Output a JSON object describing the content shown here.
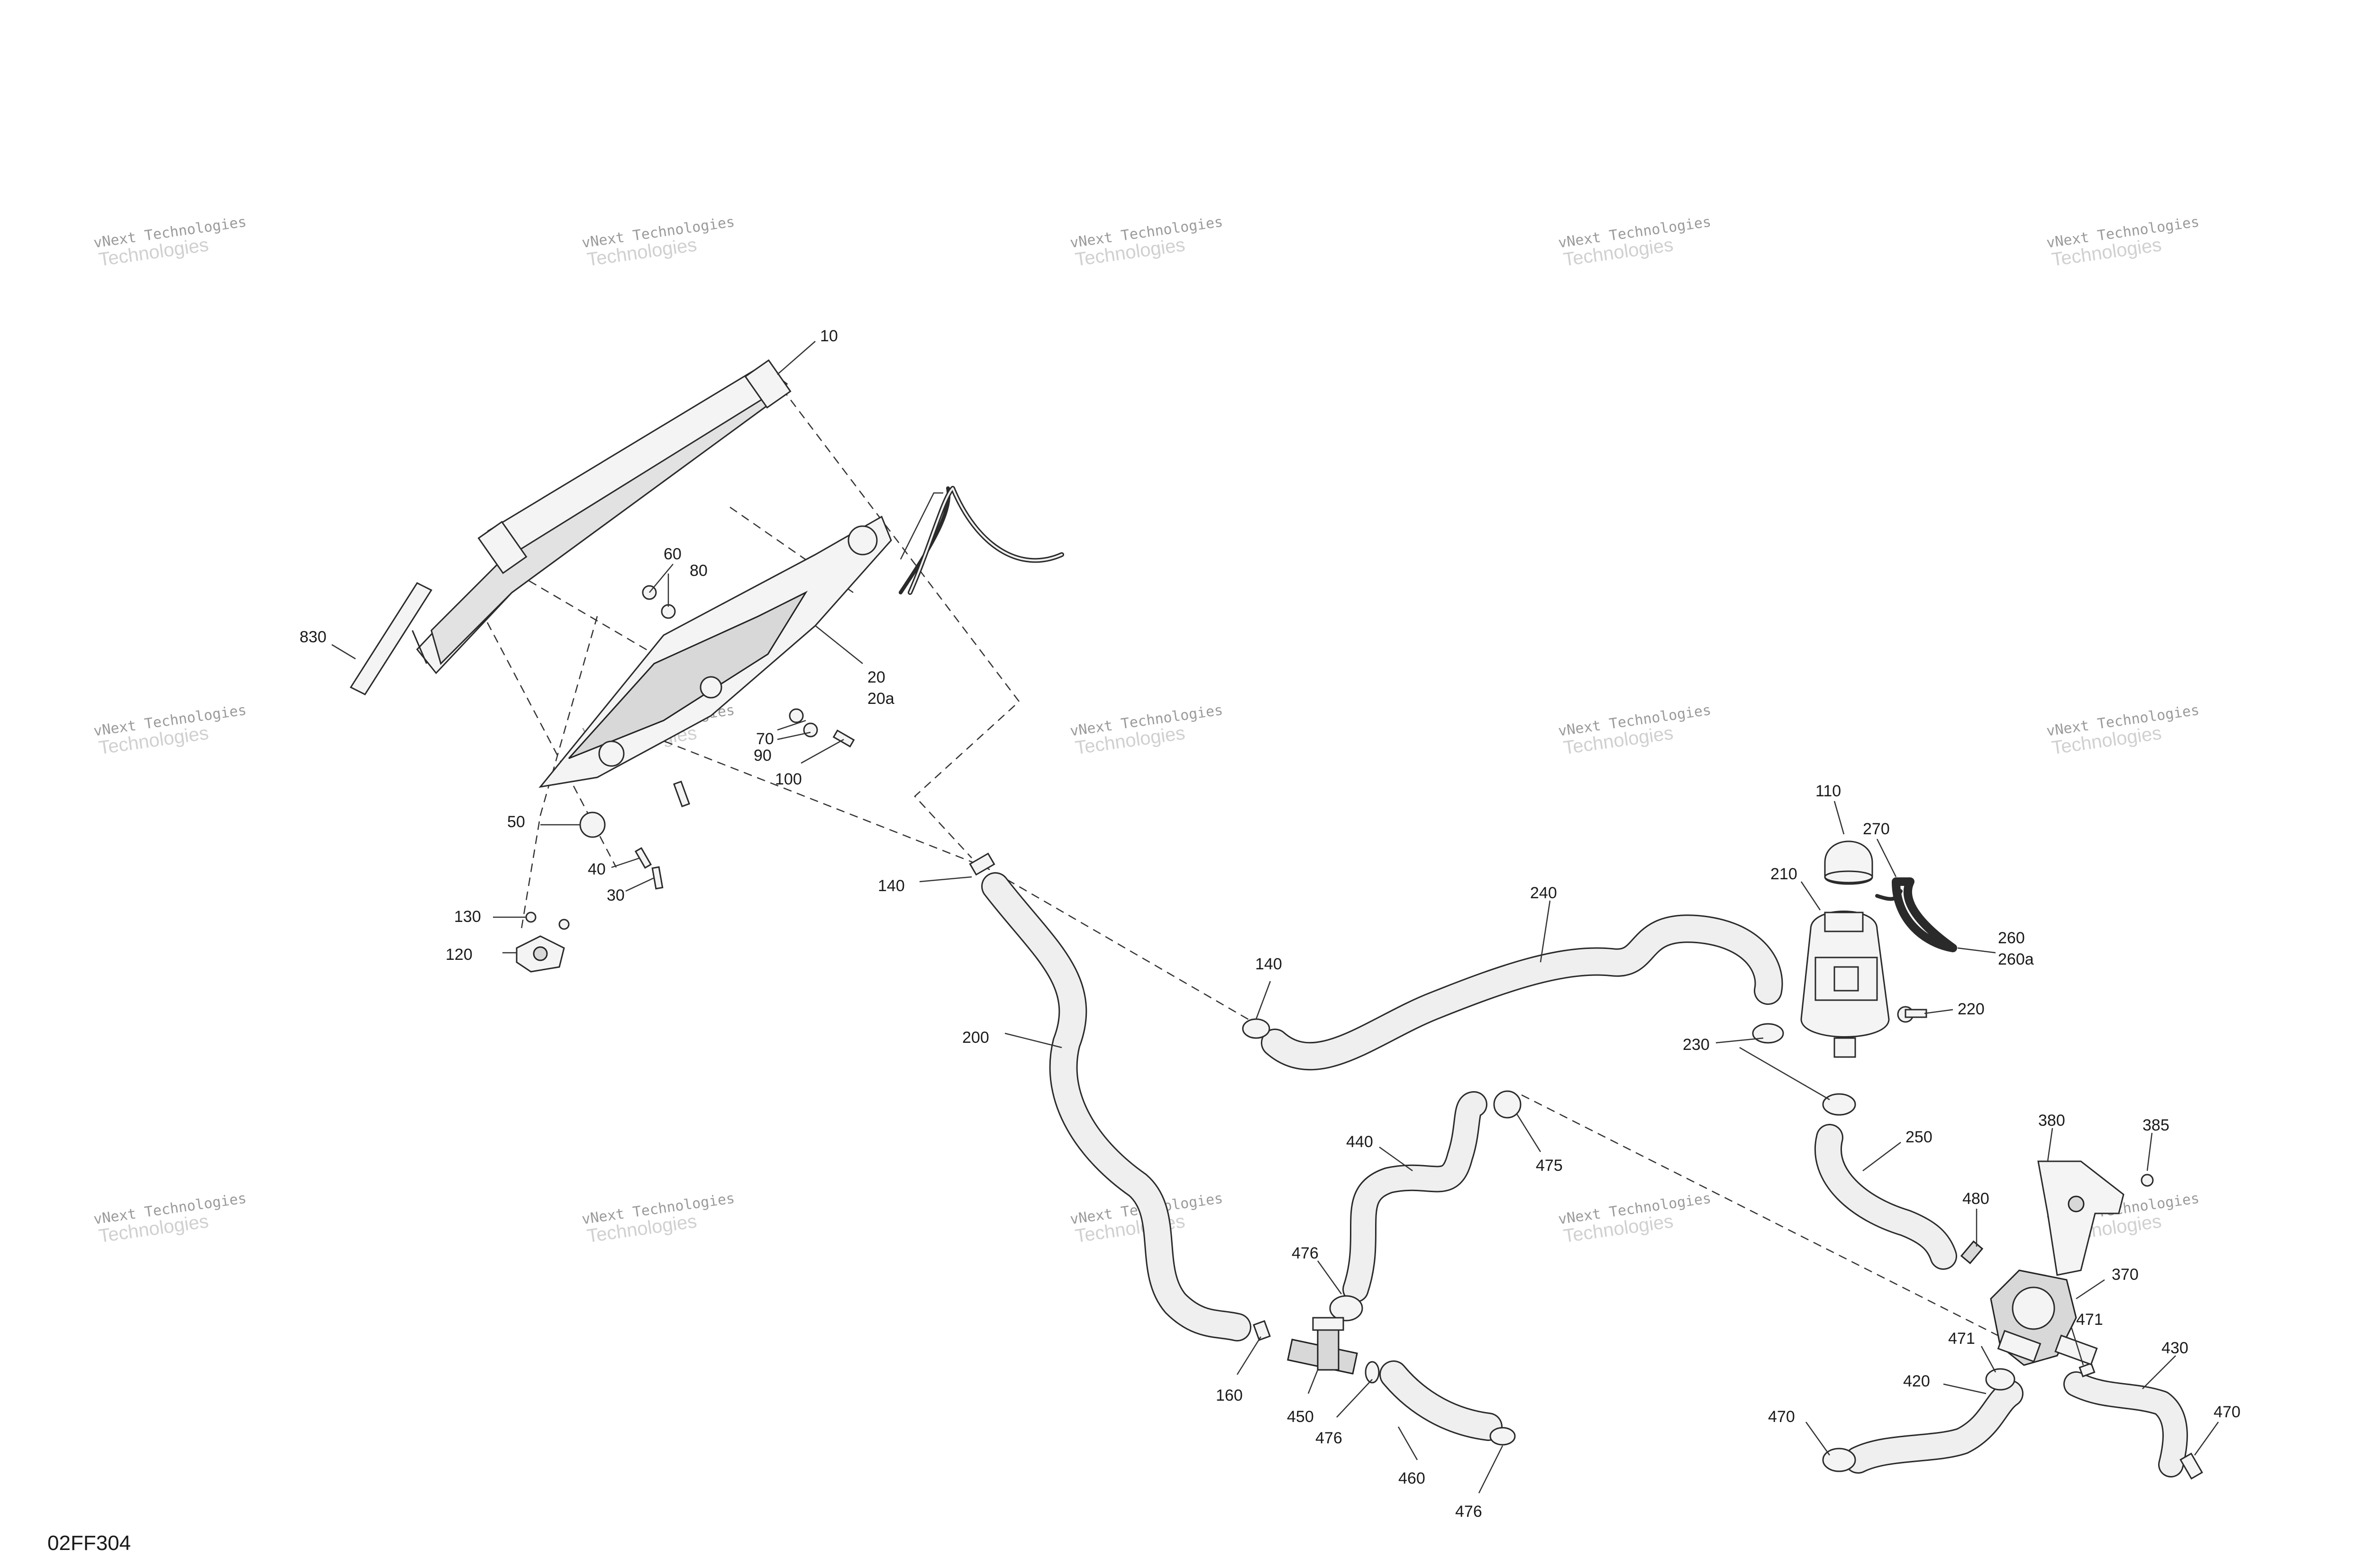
{
  "reference_code": "02FF304",
  "watermark": {
    "line1": "vNext Technologies",
    "line2": "Technologies"
  },
  "callouts": [
    {
      "id": "c10",
      "label": "10"
    },
    {
      "id": "c830",
      "label": "830"
    },
    {
      "id": "c60",
      "label": "60"
    },
    {
      "id": "c80",
      "label": "80"
    },
    {
      "id": "c20",
      "label": "20"
    },
    {
      "id": "c20a",
      "label": "20a"
    },
    {
      "id": "c70",
      "label": "70"
    },
    {
      "id": "c90",
      "label": "90"
    },
    {
      "id": "c100",
      "label": "100"
    },
    {
      "id": "c50",
      "label": "50"
    },
    {
      "id": "c40",
      "label": "40"
    },
    {
      "id": "c30",
      "label": "30"
    },
    {
      "id": "c130",
      "label": "130"
    },
    {
      "id": "c120",
      "label": "120"
    },
    {
      "id": "c140a",
      "label": "140"
    },
    {
      "id": "c140b",
      "label": "140"
    },
    {
      "id": "c200",
      "label": "200"
    },
    {
      "id": "c240",
      "label": "240"
    },
    {
      "id": "c110",
      "label": "110"
    },
    {
      "id": "c270",
      "label": "270"
    },
    {
      "id": "c210",
      "label": "210"
    },
    {
      "id": "c260",
      "label": "260"
    },
    {
      "id": "c260a",
      "label": "260a"
    },
    {
      "id": "c220",
      "label": "220"
    },
    {
      "id": "c230",
      "label": "230"
    },
    {
      "id": "c440",
      "label": "440"
    },
    {
      "id": "c475",
      "label": "475"
    },
    {
      "id": "c250",
      "label": "250"
    },
    {
      "id": "c380",
      "label": "380"
    },
    {
      "id": "c385",
      "label": "385"
    },
    {
      "id": "c476a",
      "label": "476"
    },
    {
      "id": "c480",
      "label": "480"
    },
    {
      "id": "c370",
      "label": "370"
    },
    {
      "id": "c160",
      "label": "160"
    },
    {
      "id": "c450",
      "label": "450"
    },
    {
      "id": "c476b",
      "label": "476"
    },
    {
      "id": "c460",
      "label": "460"
    },
    {
      "id": "c476c",
      "label": "476"
    },
    {
      "id": "c471a",
      "label": "471"
    },
    {
      "id": "c471b",
      "label": "471"
    },
    {
      "id": "c420",
      "label": "420"
    },
    {
      "id": "c430",
      "label": "430"
    },
    {
      "id": "c470a",
      "label": "470"
    },
    {
      "id": "c470b",
      "label": "470"
    }
  ]
}
